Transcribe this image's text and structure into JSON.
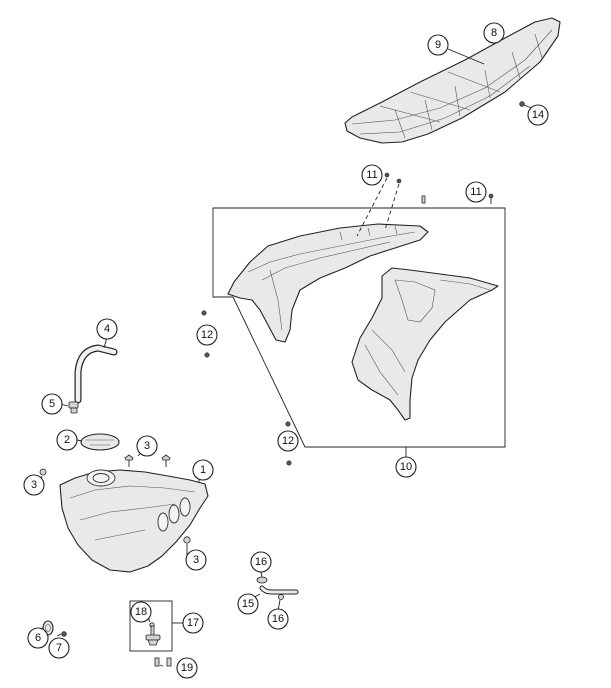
{
  "callouts": [
    {
      "id": "1",
      "label": "1"
    },
    {
      "id": "2",
      "label": "2"
    },
    {
      "id": "3a",
      "label": "3"
    },
    {
      "id": "3b",
      "label": "3"
    },
    {
      "id": "3c",
      "label": "3"
    },
    {
      "id": "4",
      "label": "4"
    },
    {
      "id": "5",
      "label": "5"
    },
    {
      "id": "6",
      "label": "6"
    },
    {
      "id": "7",
      "label": "7"
    },
    {
      "id": "8",
      "label": "8"
    },
    {
      "id": "9",
      "label": "9"
    },
    {
      "id": "10",
      "label": "10"
    },
    {
      "id": "11a",
      "label": "11"
    },
    {
      "id": "11b",
      "label": "11"
    },
    {
      "id": "12a",
      "label": "12"
    },
    {
      "id": "12b",
      "label": "12"
    },
    {
      "id": "14",
      "label": "14"
    },
    {
      "id": "15",
      "label": "15"
    },
    {
      "id": "16a",
      "label": "16"
    },
    {
      "id": "16b",
      "label": "16"
    },
    {
      "id": "17",
      "label": "17"
    },
    {
      "id": "18",
      "label": "18"
    },
    {
      "id": "19",
      "label": "19"
    }
  ]
}
